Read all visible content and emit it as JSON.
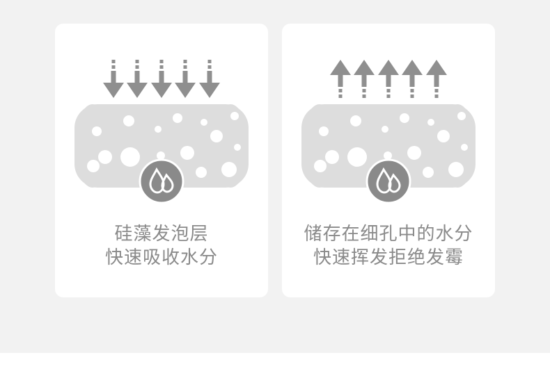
{
  "colors": {
    "background": "#f2f2f2",
    "card": "#ffffff",
    "arrow": "#8f8f8f",
    "foam": "#dddddd",
    "bubble": "#ffffff",
    "drop_badge": "#8a8a8a",
    "text": "#8a8a8a"
  },
  "panels": [
    {
      "arrow_direction": "down",
      "arrow_icon": "arrow-down-icon",
      "badge_icon": "water-drops-icon",
      "lines": [
        "硅藻发泡层",
        "快速吸收水分"
      ]
    },
    {
      "arrow_direction": "up",
      "arrow_icon": "arrow-up-icon",
      "badge_icon": "water-drops-icon",
      "lines": [
        "储存在细孔中的水分",
        "快速挥发拒绝发霉"
      ]
    }
  ]
}
